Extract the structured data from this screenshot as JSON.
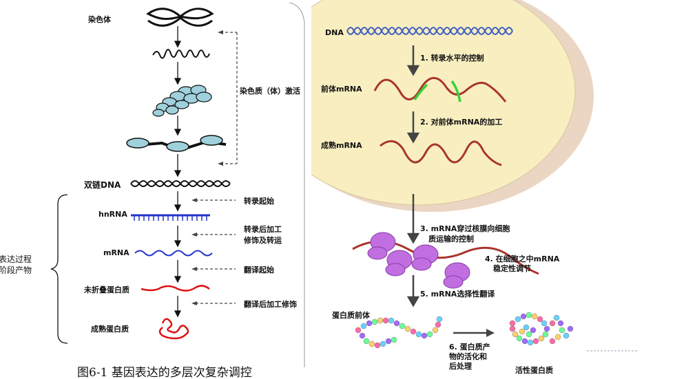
{
  "left": {
    "stages": [
      {
        "id": "chromosome",
        "label": "染色体"
      },
      {
        "id": "dsdna",
        "label": "双链DNA"
      },
      {
        "id": "hnrna",
        "label": "hnRNA"
      },
      {
        "id": "mrna",
        "label": "mRNA"
      },
      {
        "id": "unfolded",
        "label": "未折叠蛋白质"
      },
      {
        "id": "mature",
        "label": "成熟蛋白质"
      }
    ],
    "controls": [
      {
        "id": "activation",
        "label": "染色质（体）激活"
      },
      {
        "id": "tx-start",
        "label": "转录起始"
      },
      {
        "id": "post-tx-1",
        "label": "转录后加工"
      },
      {
        "id": "post-tx-2",
        "label": "修饰及转运"
      },
      {
        "id": "tl-start",
        "label": "翻译起始"
      },
      {
        "id": "post-tl",
        "label": "翻译后加工修饰"
      }
    ],
    "side_label_line1": "表达过程",
    "side_label_line2": "阶段产物",
    "caption": "图6-1  基因表达的多层次复杂调控"
  },
  "right": {
    "dna_label": "DNA",
    "pre_mrna_label": "前体mRNA",
    "mature_mrna_label": "成熟mRNA",
    "steps": [
      {
        "id": "s1",
        "lines": [
          "1. 转录水平的控制"
        ]
      },
      {
        "id": "s2",
        "lines": [
          "2. 对前体mRNA的加工"
        ]
      },
      {
        "id": "s3",
        "lines": [
          "3. mRNA穿过核膜向细胞",
          "质运输的控制"
        ]
      },
      {
        "id": "s4",
        "lines": [
          "4. 在细胞之中mRNA",
          "稳定性调节"
        ]
      },
      {
        "id": "s5",
        "lines": [
          "5. mRNA选择性翻译"
        ]
      },
      {
        "id": "s6",
        "lines": [
          "6. 蛋白质产",
          "物的活化和",
          "后处理"
        ]
      }
    ],
    "protein_precursor_label": "蛋白质前体",
    "active_protein_label": "活性蛋白质"
  },
  "colors": {
    "nucleus_fill": "#f8eec0",
    "nucleus_rim": "#ead6c3",
    "dna_blue": "#3f5fc0",
    "mrna_red": "#a8342c",
    "exon_green": "#39d239",
    "ribosome": "#c06ee0",
    "left_mrna": "#2233cc",
    "left_protein": "#dd1111"
  }
}
